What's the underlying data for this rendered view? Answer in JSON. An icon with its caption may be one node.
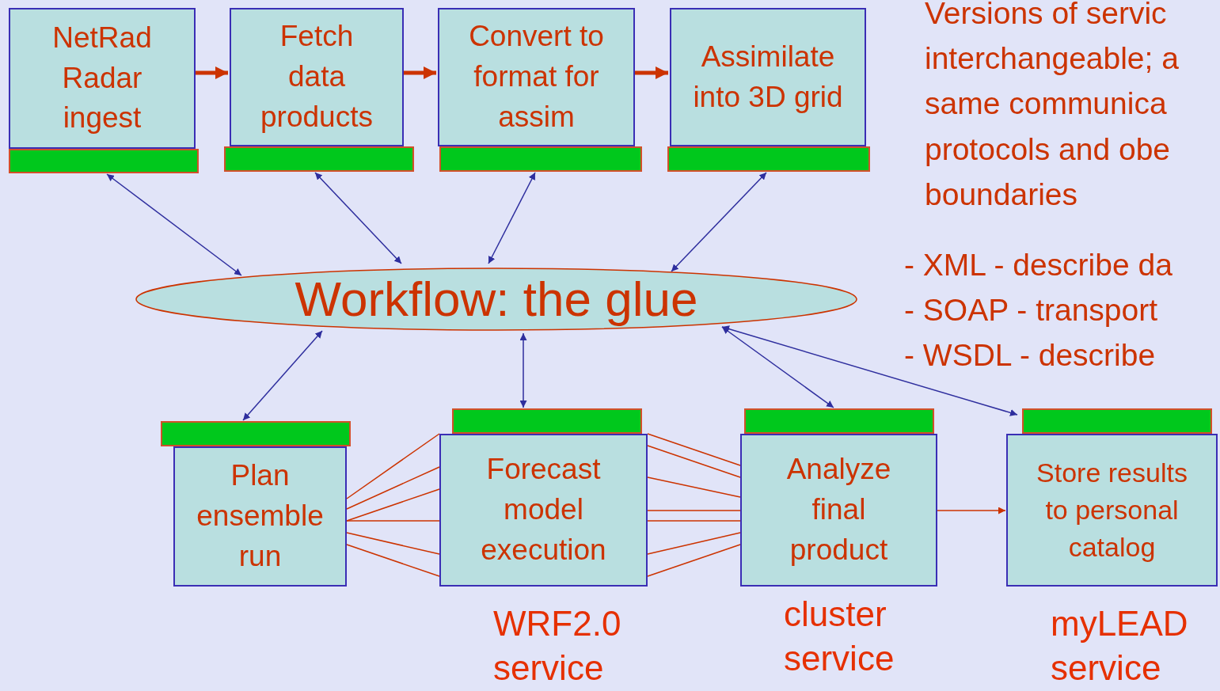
{
  "diagram": {
    "nodes": [
      {
        "text": [
          "NetRad Radar ingest"
        ]
      },
      {
        "text": [],
        "shape": "bar"
      },
      {
        "text": [
          "Fetch data products"
        ]
      },
      {
        "text": [],
        "shape": "bar"
      },
      {
        "text": [
          "Convert to format for assim"
        ]
      },
      {
        "text": [],
        "shape": "bar"
      },
      {
        "text": [
          "Assimilate into 3D grid"
        ]
      },
      {
        "text": [],
        "shape": "bar"
      },
      {
        "text": [
          "Workflow: the glue"
        ]
      },
      {
        "text": [],
        "shape": "bar"
      },
      {
        "text": [],
        "shape": "bar"
      },
      {
        "text": [],
        "shape": "bar"
      },
      {
        "text": [],
        "shape": "bar"
      },
      {
        "text": [
          "Plan ensemble run"
        ]
      },
      {
        "text": [
          "Forecast model execution"
        ],
        "beside": [
          "WRF2.0 service"
        ]
      },
      {
        "text": [
          "Analyze final product"
        ],
        "beside": [
          "cluster service"
        ]
      },
      {
        "text": [
          "Store results to personal catalog"
        ],
        "beside": [
          "myLEAD service"
        ]
      }
    ],
    "edges": [
      {
        "from": 0,
        "to": 2,
        "arrow": "to",
        "style": "thick"
      },
      {
        "from": 2,
        "to": 4,
        "arrow": "to",
        "style": "thick"
      },
      {
        "from": 4,
        "to": 6,
        "arrow": "to",
        "style": "thick"
      },
      {
        "from": 1,
        "to": 8,
        "arrow": "both",
        "color": "#2e2e9e"
      },
      {
        "from": 3,
        "to": 8,
        "arrow": "both",
        "color": "#2e2e9e"
      },
      {
        "from": 5,
        "to": 8,
        "arrow": "both",
        "color": "#2e2e9e"
      },
      {
        "from": 7,
        "to": 8,
        "arrow": "both",
        "color": "#2e2e9e"
      },
      {
        "from": 8,
        "to": 9,
        "arrow": "both",
        "color": "#2e2e9e"
      },
      {
        "from": 8,
        "to": 10,
        "arrow": "both",
        "color": "#2e2e9e"
      },
      {
        "from": 8,
        "to": 11,
        "arrow": "both",
        "color": "#2e2e9e"
      },
      {
        "from": 8,
        "to": 12,
        "arrow": "both",
        "color": "#2e2e9e"
      },
      {
        "from": 15,
        "to": 16,
        "arrow": "to"
      },
      {
        "from": 13,
        "to": 14,
        "arrow": "none"
      },
      {
        "from": 13,
        "to": 14,
        "arrow": "none"
      },
      {
        "from": 13,
        "to": 14,
        "arrow": "none"
      },
      {
        "from": 13,
        "to": 14,
        "arrow": "none"
      },
      {
        "from": 13,
        "to": 14,
        "arrow": "none"
      },
      {
        "from": 13,
        "to": 14,
        "arrow": "none"
      },
      {
        "from": 14,
        "to": 15,
        "arrow": "none"
      },
      {
        "from": 14,
        "to": 15,
        "arrow": "none"
      },
      {
        "from": 14,
        "to": 15,
        "arrow": "none"
      },
      {
        "from": 14,
        "to": 15,
        "arrow": "none"
      },
      {
        "from": 14,
        "to": 15,
        "arrow": "none"
      },
      {
        "from": 14,
        "to": 15,
        "arrow": "none"
      },
      {
        "from": 14,
        "to": 15,
        "arrow": "none"
      }
    ],
    "labels": [
      "Versions of servic",
      "interchangeable; a",
      "same communica",
      "protocols and obe",
      "boundaries",
      "- XML - describe da",
      "- SOAP - transport",
      "- WSDL - describe"
    ]
  }
}
